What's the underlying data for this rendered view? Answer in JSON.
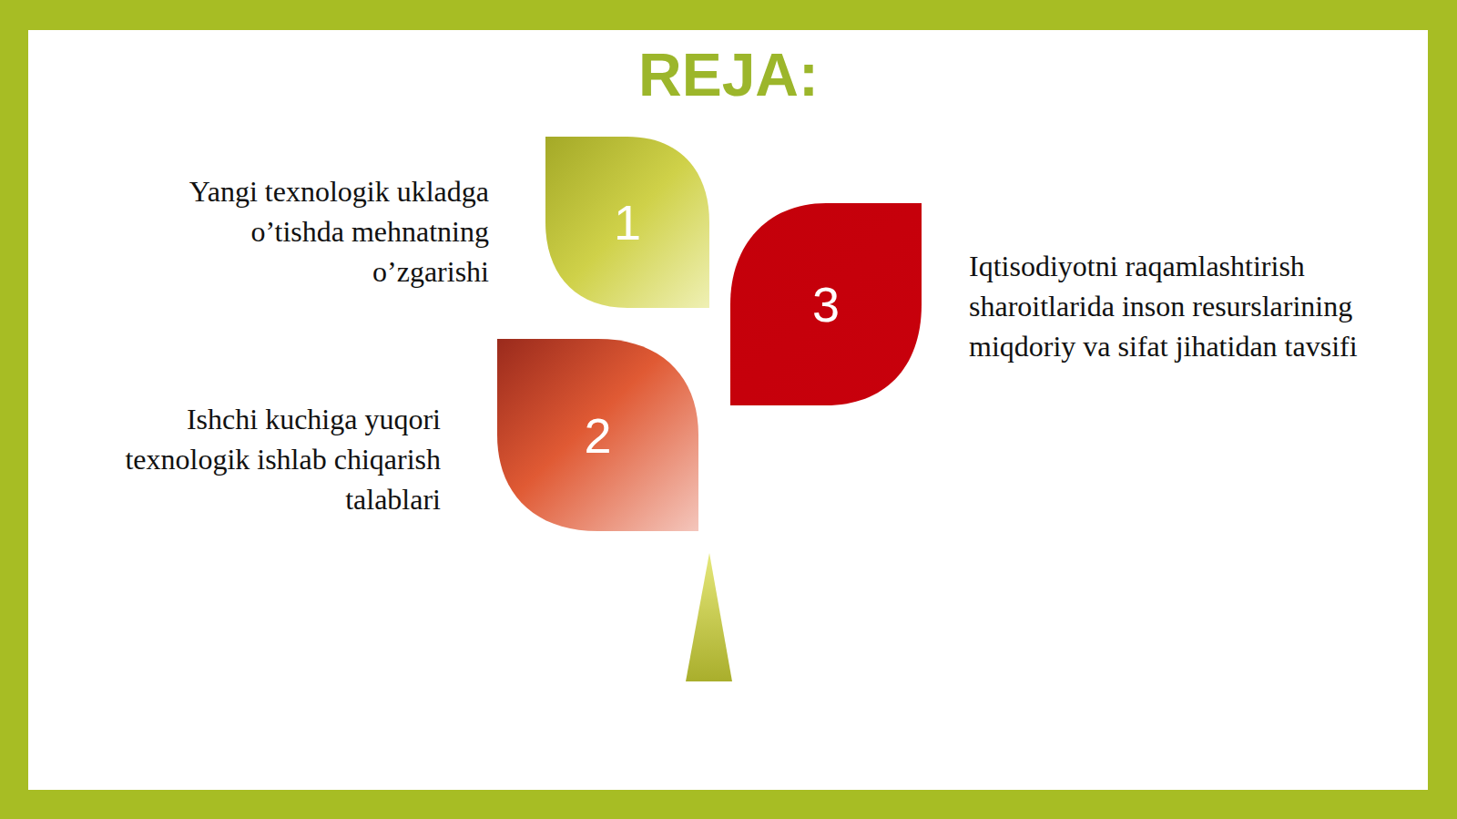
{
  "diagram": {
    "title": "REJA:",
    "nodes": [
      {
        "text": [
          "1",
          "Yangi texnologik ukladga o’tishda mehnatning o’zgarishi"
        ]
      },
      {
        "text": [
          "2",
          "Ishchi kuchiga yuqori texnologik ishlab chiqarish talablari"
        ]
      },
      {
        "text": [
          "3",
          "Iqtisodiyotni raqamlashtirish sharoitlarida inson resurslarining miqdoriy va sifat jihatidan tavsifi"
        ]
      }
    ]
  }
}
